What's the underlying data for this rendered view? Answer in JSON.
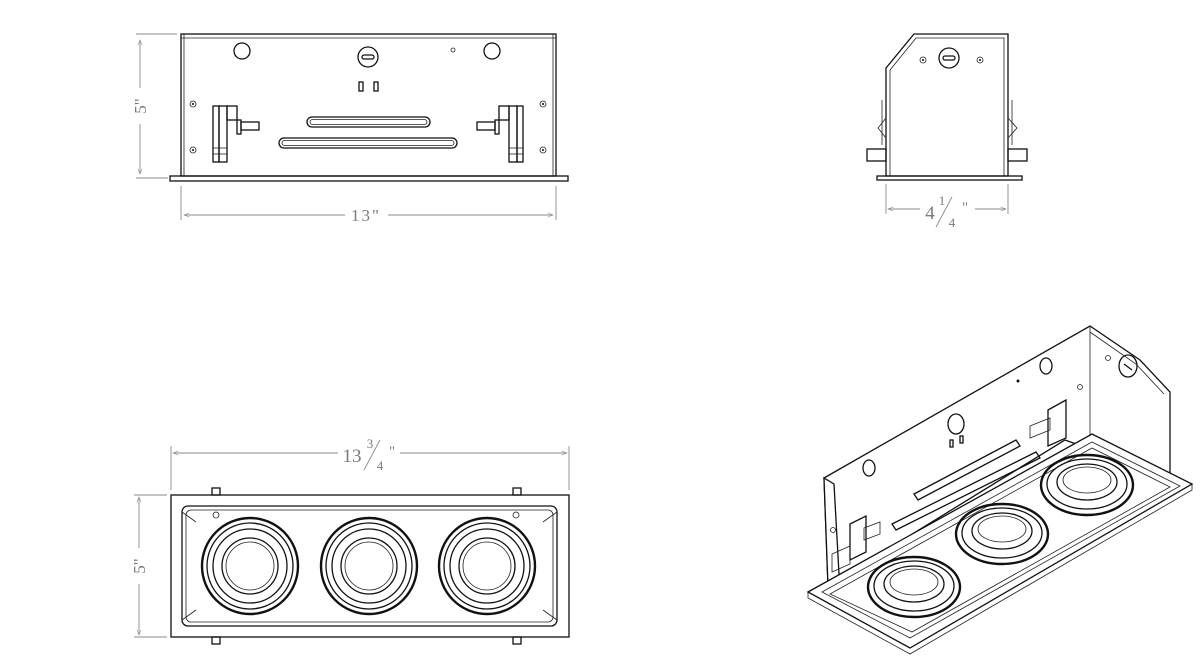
{
  "colors": {
    "line": "#111111",
    "dimension": "#8a8a8a",
    "background": "#ffffff"
  },
  "dimensions": {
    "front_height": "5\"",
    "front_width": "13\"",
    "side_depth_whole": "4",
    "side_depth_num": "1",
    "side_depth_den": "4",
    "side_depth_unit": "\"",
    "bottom_width_whole": "13",
    "bottom_width_num": "3",
    "bottom_width_den": "4",
    "bottom_width_unit": "\"",
    "bottom_height": "5\""
  }
}
